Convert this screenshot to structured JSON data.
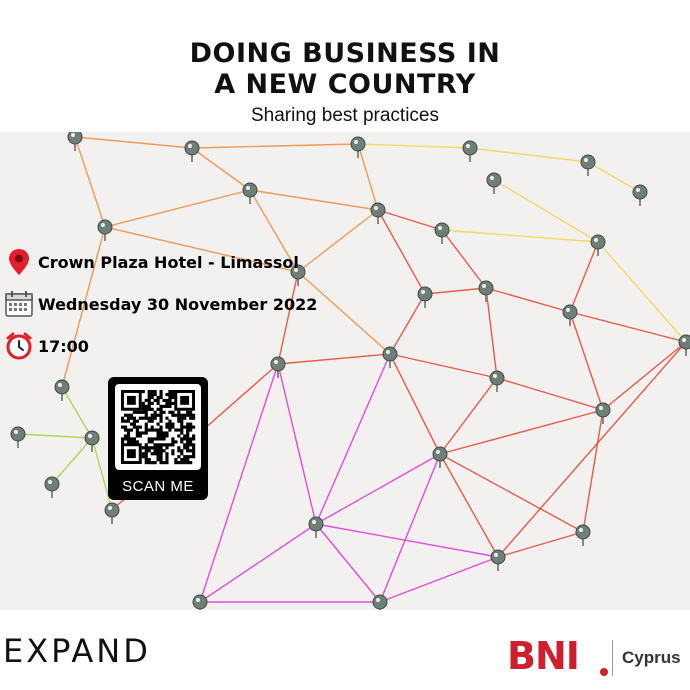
{
  "header": {
    "title_line1": "DOING BUSINESS IN",
    "title_line2": "A NEW COUNTRY",
    "subtitle": "Sharing best practices"
  },
  "event": {
    "location": "Crown Plaza Hotel - Limassol",
    "date": "Wednesday 30 November 2022",
    "time": "17:00"
  },
  "qr": {
    "label": "SCAN ME"
  },
  "footer": {
    "left_logo": "EXPAND",
    "right_logo": "BNI",
    "right_logo_region": "Cyprus"
  },
  "colors": {
    "bni_red": "#cf1f2e",
    "network_red": "#e8402a",
    "network_orange": "#f28a36",
    "network_magenta": "#e12fd8",
    "network_green": "#9bd43a",
    "network_yellow": "#f4d34a"
  },
  "icons": {
    "location": "map-pin-icon",
    "date": "calendar-icon",
    "time": "alarm-clock-icon"
  }
}
